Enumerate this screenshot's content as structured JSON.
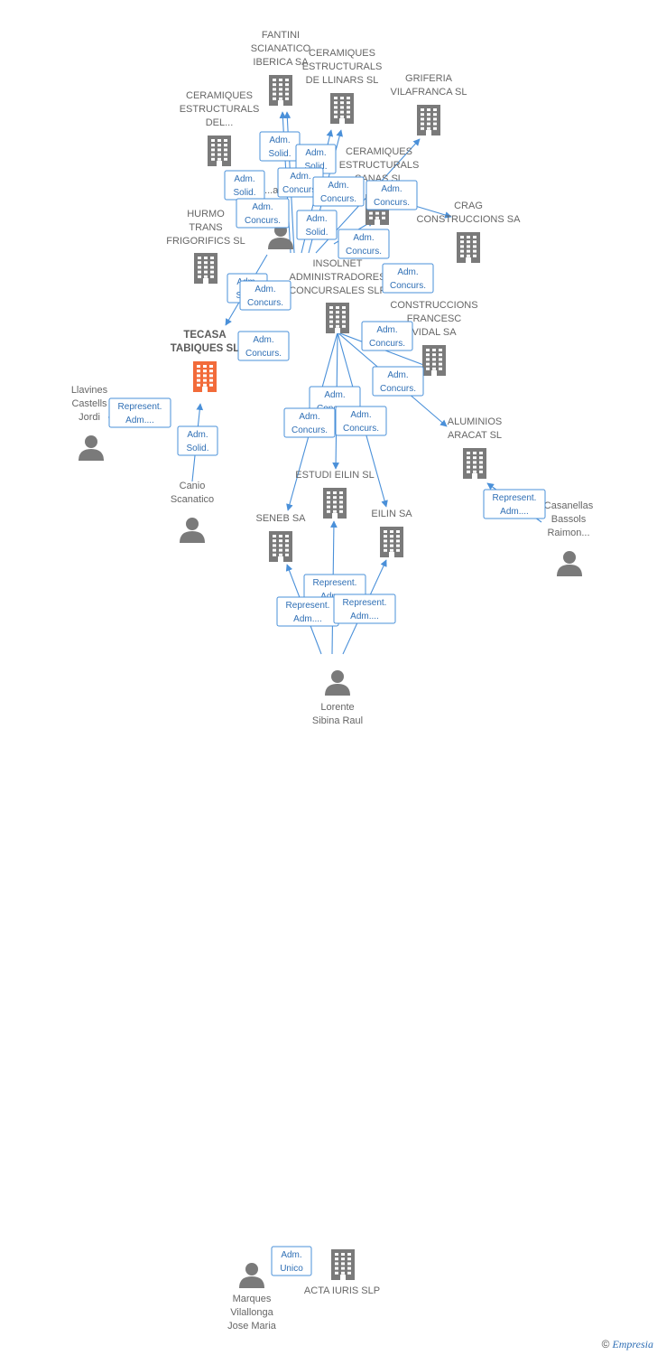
{
  "colors": {
    "company": "#7a7a7a",
    "main_company": "#f26b3a",
    "person": "#7a7a7a",
    "edge": "#4a90d9",
    "label": "#666666"
  },
  "nodes": [
    {
      "id": "fantini",
      "kind": "company",
      "lines": [
        "FANTINI",
        "SCIANATICO",
        "IBERICA SA"
      ]
    },
    {
      "id": "cer_llinars",
      "kind": "company",
      "lines": [
        "CERAMIQUES",
        "ESTRUCTURALS",
        "DE LLINARS SL"
      ]
    },
    {
      "id": "griferia",
      "kind": "company",
      "lines": [
        "GRIFERIA",
        "VILAFRANCA SL"
      ]
    },
    {
      "id": "cer_del",
      "kind": "company",
      "lines": [
        "CERAMIQUES",
        "ESTRUCTURALS",
        "DEL..."
      ]
    },
    {
      "id": "cer_sanas",
      "kind": "company",
      "lines": [
        "CERAMIQUES",
        "ESTRUCTURALS",
        "SANAS SL"
      ]
    },
    {
      "id": "person_mid",
      "kind": "person",
      "lines": [
        "...abi",
        "...ni"
      ]
    },
    {
      "id": "crag",
      "kind": "company",
      "lines": [
        "CRAG",
        "CONSTRUCCIONS SA"
      ]
    },
    {
      "id": "hurmo",
      "kind": "company",
      "lines": [
        "HURMO",
        "TRANS",
        "FRIGORIFICS SL"
      ]
    },
    {
      "id": "insolnet",
      "kind": "company",
      "lines": [
        "INSOLNET",
        "ADMINISTRADORES",
        "CONCURSALES SLP"
      ]
    },
    {
      "id": "tecasa",
      "kind": "main",
      "lines": [
        "TECASA",
        "TABIQUES SL"
      ]
    },
    {
      "id": "const_fv",
      "kind": "company",
      "lines": [
        "CONSTRUCCIONS",
        "FRANCESC",
        "VIDAL SA"
      ]
    },
    {
      "id": "llavines",
      "kind": "person",
      "lines": [
        "Llavines",
        "Castells",
        "Jordi"
      ]
    },
    {
      "id": "aluminios",
      "kind": "company",
      "lines": [
        "ALUMINIOS",
        "ARACAT SL"
      ]
    },
    {
      "id": "canio",
      "kind": "person",
      "lines": [
        "Canio",
        "Scanatico"
      ]
    },
    {
      "id": "estudi",
      "kind": "company",
      "lines": [
        "ESTUDI EILIN SL"
      ]
    },
    {
      "id": "seneb",
      "kind": "company",
      "lines": [
        "SENEB SA"
      ]
    },
    {
      "id": "eilin",
      "kind": "company",
      "lines": [
        "EILIN SA"
      ]
    },
    {
      "id": "casanellas",
      "kind": "person",
      "lines": [
        "Casanellas",
        "Bassols",
        "Raimon..."
      ]
    },
    {
      "id": "lorente",
      "kind": "person",
      "lines": [
        "Lorente",
        "Sibina Raul"
      ]
    },
    {
      "id": "marques",
      "kind": "person",
      "lines": [
        "Marques",
        "Vilallonga",
        "Jose Maria"
      ]
    },
    {
      "id": "acta",
      "kind": "company",
      "lines": [
        "ACTA IURIS SLP"
      ]
    }
  ],
  "relations": [
    {
      "id": "r1",
      "lines": [
        "Adm.",
        "Solid."
      ]
    },
    {
      "id": "r2",
      "lines": [
        "Adm.",
        "Solid."
      ]
    },
    {
      "id": "r3",
      "lines": [
        "Adm.",
        "Concurs."
      ]
    },
    {
      "id": "r4",
      "lines": [
        "Adm.",
        "Solid."
      ]
    },
    {
      "id": "r5",
      "lines": [
        "Adm.",
        "Concurs."
      ]
    },
    {
      "id": "r6",
      "lines": [
        "Adm.",
        "Concurs."
      ]
    },
    {
      "id": "r7",
      "lines": [
        "Adm.",
        "Concurs."
      ]
    },
    {
      "id": "r8",
      "lines": [
        "Adm.",
        "Solid."
      ]
    },
    {
      "id": "r9",
      "lines": [
        "Adm.",
        "Concurs."
      ]
    },
    {
      "id": "r10",
      "lines": [
        "Adm.",
        "Concurs."
      ]
    },
    {
      "id": "r11",
      "lines": [
        "Adm.",
        "Solid."
      ]
    },
    {
      "id": "r12",
      "lines": [
        "Adm.",
        "Concurs."
      ]
    },
    {
      "id": "r13",
      "lines": [
        "Adm.",
        "Concurs."
      ]
    },
    {
      "id": "r14",
      "lines": [
        "Adm.",
        "Concurs."
      ]
    },
    {
      "id": "r15",
      "lines": [
        "Adm.",
        "Concurs."
      ]
    },
    {
      "id": "r16",
      "lines": [
        "Represent.",
        "Adm...."
      ]
    },
    {
      "id": "r17",
      "lines": [
        "Adm.",
        "Solid."
      ]
    },
    {
      "id": "r18",
      "lines": [
        "Adm.",
        "Concurs."
      ]
    },
    {
      "id": "r19",
      "lines": [
        "Adm.",
        "Concurs."
      ]
    },
    {
      "id": "r20",
      "lines": [
        "Adm.",
        "Concurs."
      ]
    },
    {
      "id": "r21",
      "lines": [
        "Represent.",
        "Adm...."
      ]
    },
    {
      "id": "r22",
      "lines": [
        "Represent.",
        "Adm...."
      ]
    },
    {
      "id": "r23",
      "lines": [
        "Represent.",
        "Adm...."
      ]
    },
    {
      "id": "r24",
      "lines": [
        "Represent.",
        "Adm...."
      ]
    },
    {
      "id": "r25",
      "lines": [
        "Adm.",
        "Unico"
      ]
    }
  ],
  "credit": {
    "symbol": "©",
    "brand": "Empresia"
  }
}
